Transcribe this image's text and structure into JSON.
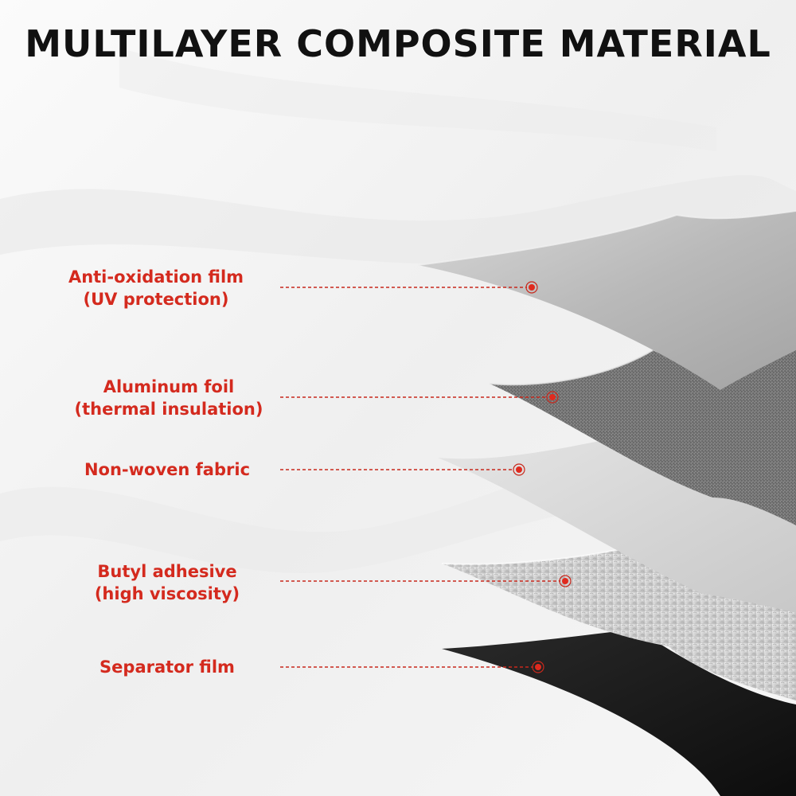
{
  "title": "MULTILAYER COMPOSITE MATERIAL",
  "colors": {
    "label_text": "#d42a1e",
    "leader_line": "#c8281c",
    "title_text": "#111111",
    "background": "#f4f4f4"
  },
  "layers": [
    {
      "line1": "Anti-oxidation film",
      "line2": "(UV protection)"
    },
    {
      "line1": "Aluminum foil",
      "line2": "(thermal insulation)"
    },
    {
      "line1": "Non-woven fabric",
      "line2": ""
    },
    {
      "line1": "Butyl adhesive",
      "line2": "(high viscosity)"
    },
    {
      "line1": "Separator film",
      "line2": ""
    }
  ]
}
